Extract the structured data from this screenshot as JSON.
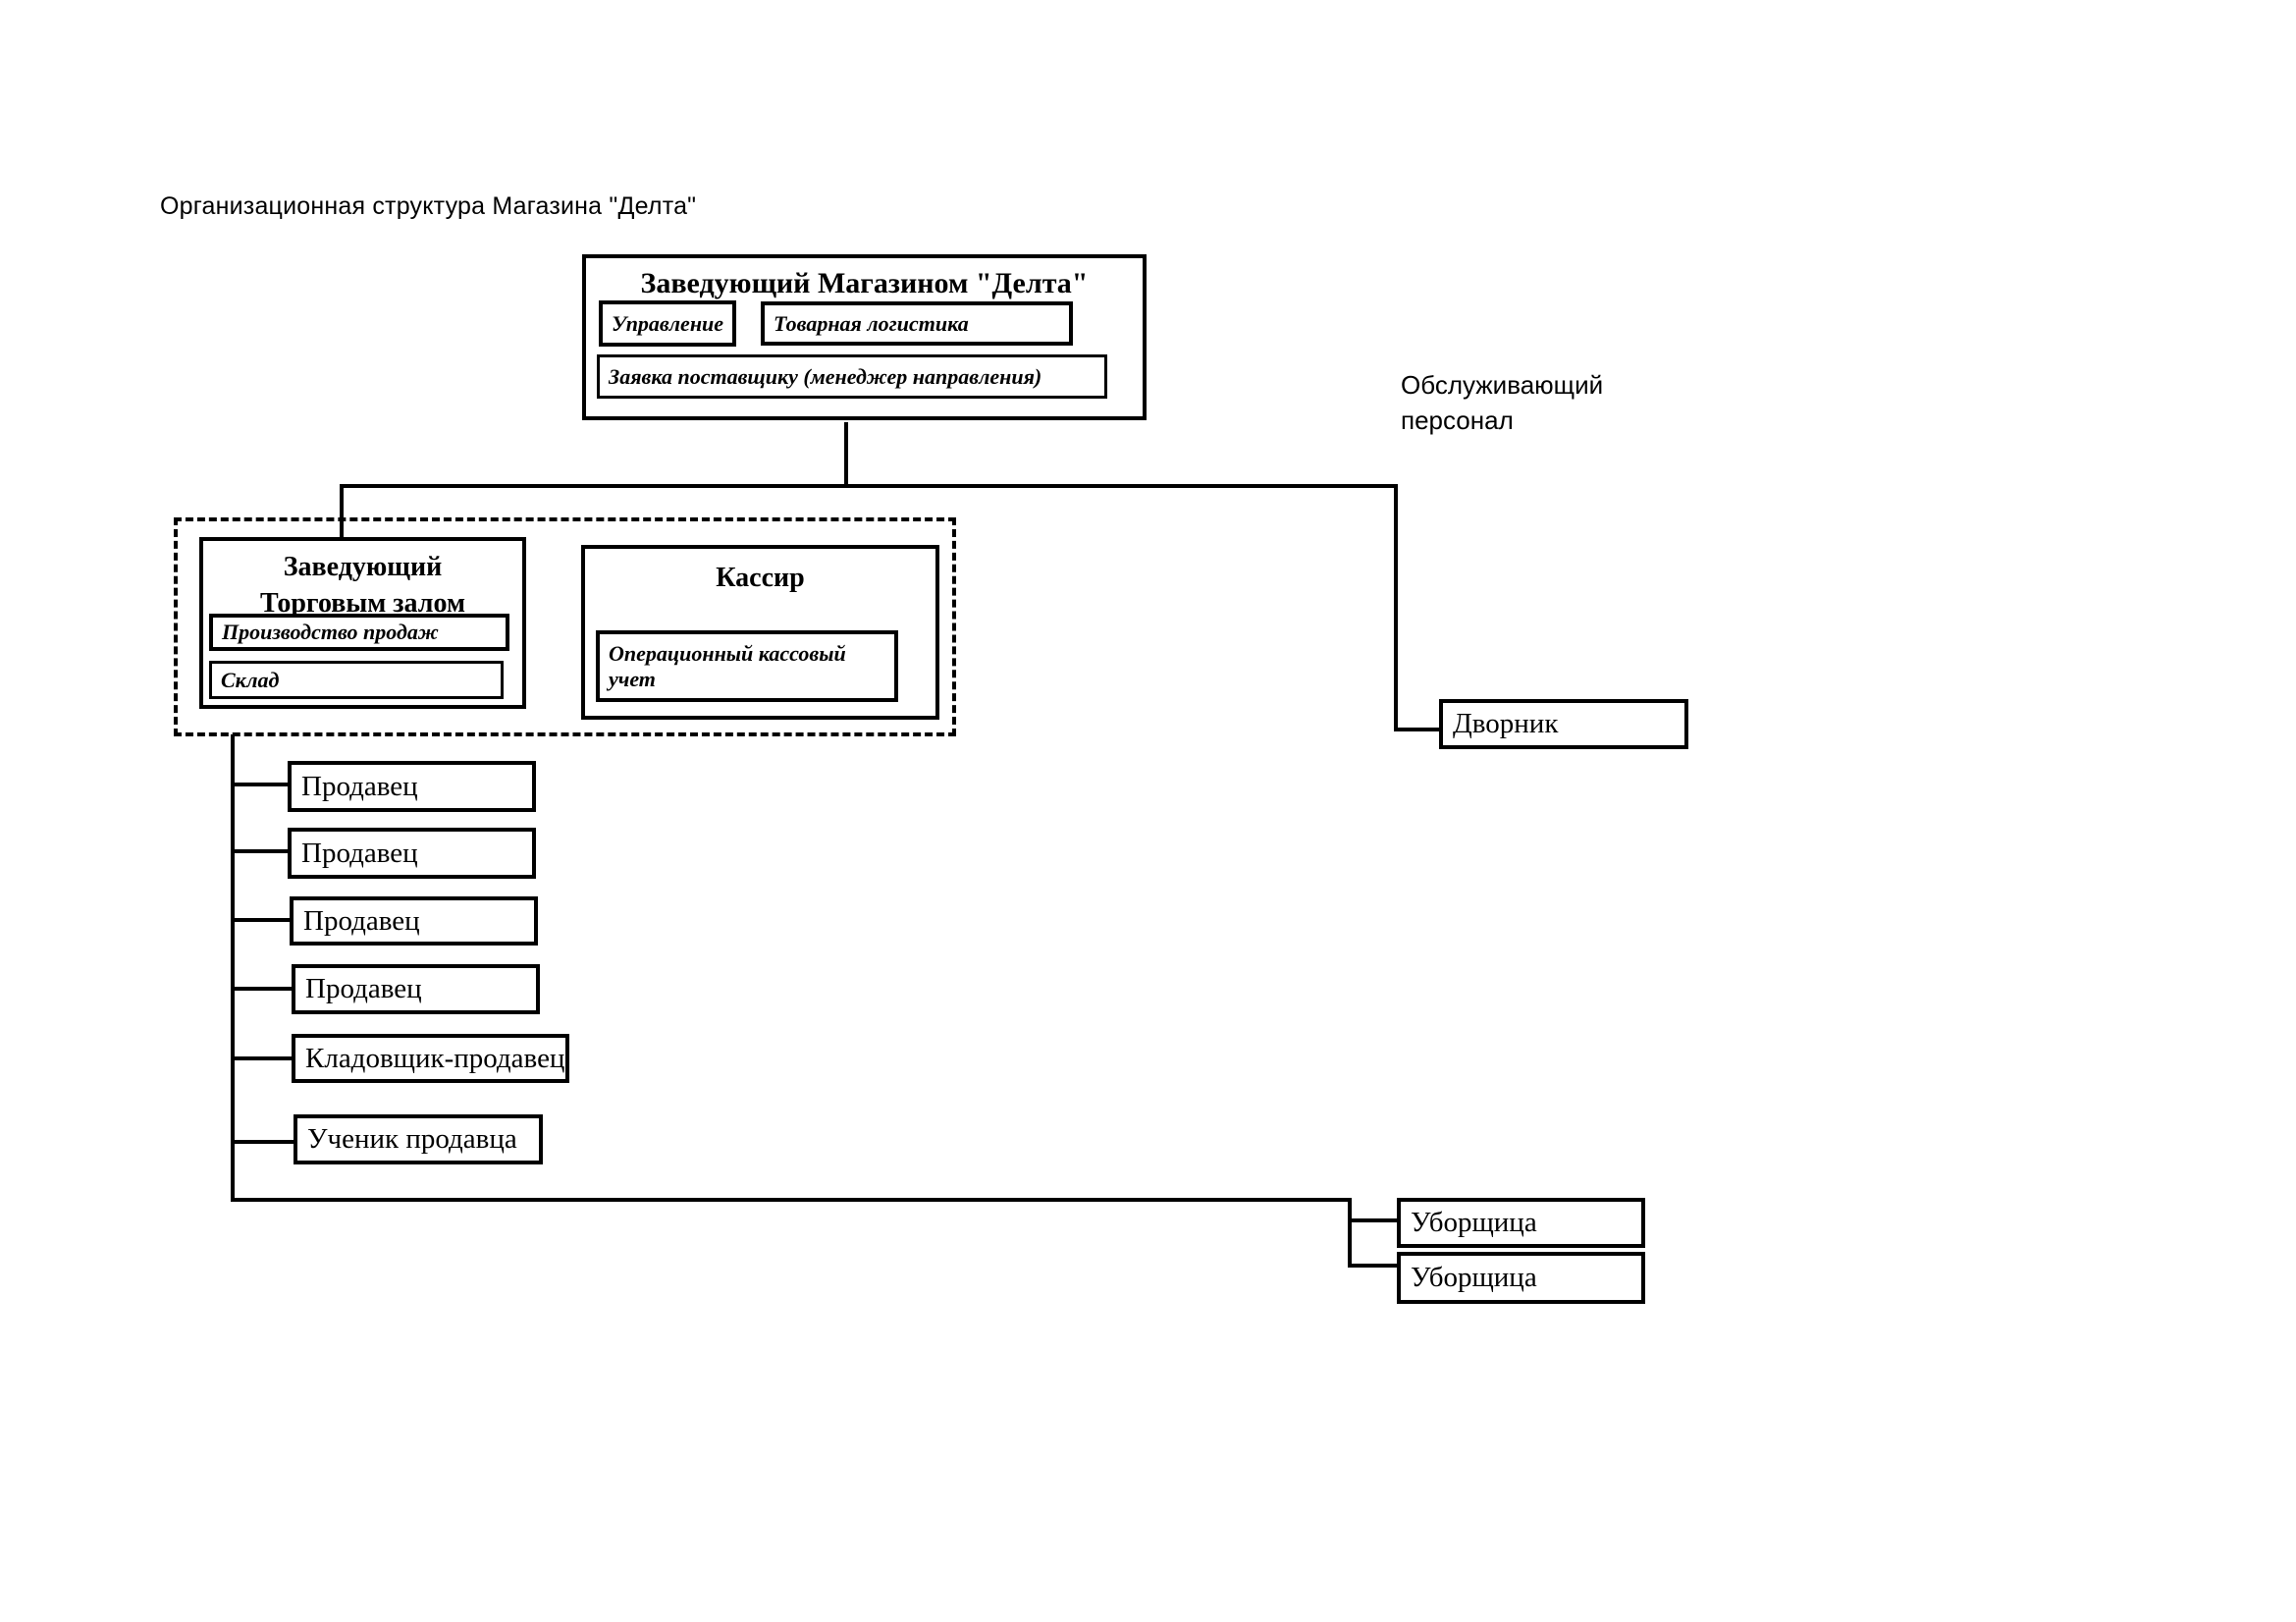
{
  "page_title": "Организационная структура Магазина \"Делта\"",
  "director": {
    "title": "Заведующий Магазином \"Делта\"",
    "functions": [
      "Управление",
      "Товарная логистика",
      "Заявка поставщику (менеджер направления)"
    ]
  },
  "service_staff_label": "Обслуживающий персонал",
  "hall_manager": {
    "title_lines": [
      "Заведующий",
      "Торговым залом"
    ],
    "functions": [
      "Производство продаж",
      "Склад"
    ]
  },
  "cashier": {
    "title": "Кассир",
    "functions": [
      "Операционный кассовый учет"
    ]
  },
  "positions": {
    "dvornik": "Дворник",
    "sellers": [
      "Продавец",
      "Продавец",
      "Продавец",
      "Продавец"
    ],
    "kladovshchik": "Кладовщик-продавец",
    "uchenik": "Ученик продавца",
    "cleaners": [
      "Уборщица",
      "Уборщица"
    ]
  }
}
